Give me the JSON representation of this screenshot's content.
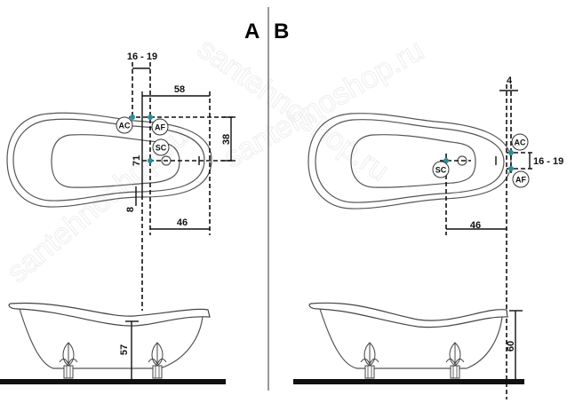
{
  "watermark": "santehnoshop.ru",
  "panel_a": {
    "letter": "A",
    "dims": {
      "spacing": "16 - 19",
      "width_58": "58",
      "height_38": "38",
      "depth_71": "71",
      "offset_8": "8",
      "drain_46": "46",
      "height_57": "57"
    },
    "labels": {
      "ac": "AC",
      "af": "AF",
      "sc": "SC"
    }
  },
  "panel_b": {
    "letter": "B",
    "dims": {
      "offset_4": "4",
      "spacing": "16 - 19",
      "drain_46": "46",
      "height_60": "60"
    },
    "labels": {
      "ac": "AC",
      "af": "AF",
      "sc": "SC"
    }
  },
  "colors": {
    "valve_dot": "#2a8f9a"
  }
}
